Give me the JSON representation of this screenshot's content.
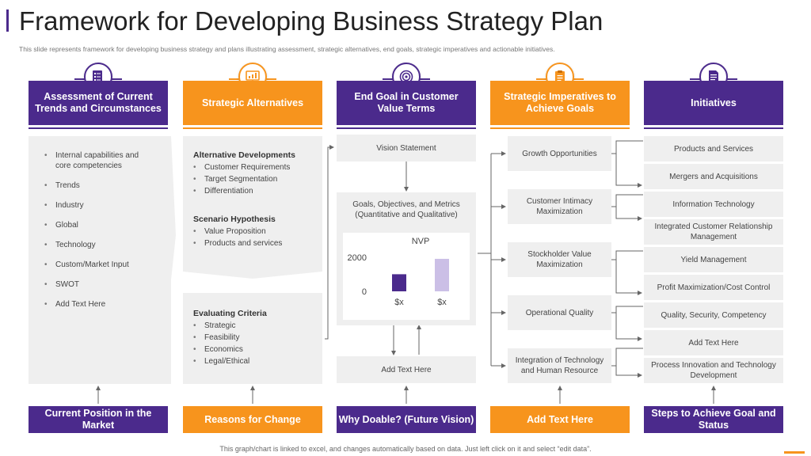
{
  "title": "Framework for Developing Business Strategy Plan",
  "subtitle": "This slide represents framework for developing business strategy and plans illustrating assessment, strategic alternatives, end goals, strategic imperatives and actionable initiatives.",
  "footer": "This graph/chart is linked to excel, and changes automatically based on data. Just left click on it and select “edit data”.",
  "colors": {
    "purple": "#4b2a8c",
    "orange": "#f7941d",
    "gray": "#efefef"
  },
  "columns": [
    {
      "header": "Assessment of Current Trends and Circumstances",
      "icon": "checklist-icon",
      "bottom": "Current Position in the Market"
    },
    {
      "header": "Strategic Alternatives",
      "icon": "presentation-chart-icon",
      "bottom": "Reasons for Change"
    },
    {
      "header": "End Goal in Customer Value Terms",
      "icon": "target-icon",
      "bottom": "Why Doable? (Future Vision)"
    },
    {
      "header": "Strategic Imperatives to Achieve Goals",
      "icon": "clipboard-icon",
      "bottom": "Add Text Here"
    },
    {
      "header": "Initiatives",
      "icon": "document-icon",
      "bottom": "Steps to Achieve Goal and Status"
    }
  ],
  "assessment": {
    "items": [
      "Internal capabilities and core competencies",
      "Trends",
      "Industry",
      "Global",
      "Technology",
      "Custom/Market Input",
      "SWOT",
      "Add Text Here"
    ]
  },
  "alternatives": {
    "sections": [
      {
        "title": "Alternative Developments",
        "items": [
          "Customer Requirements",
          "Target Segmentation",
          "Differentiation"
        ]
      },
      {
        "title": "Scenario Hypothesis",
        "items": [
          "Value Proposition",
          "Products and services"
        ]
      },
      {
        "title": "Evaluating Criteria",
        "items": [
          "Strategic",
          "Feasibility",
          "Economics",
          "Legal/Ethical"
        ]
      }
    ]
  },
  "end_goal": {
    "vision": "Vision Statement",
    "goals": "Goals, Objectives, and Metrics (Quantitative and Qualitative)",
    "add_text": "Add Text Here"
  },
  "chart_data": {
    "type": "bar",
    "title": "NVP",
    "categories": [
      "$x",
      "$x"
    ],
    "values": [
      1000,
      1900
    ],
    "colors": [
      "#4b2a8c",
      "#cbbfe6"
    ],
    "ylim": [
      0,
      2500
    ],
    "yticks": [
      0,
      2000
    ],
    "ytick_labels": [
      "0",
      "2000"
    ],
    "grid": false
  },
  "imperatives": [
    "Growth Opportunities",
    "Customer Intimacy Maximization",
    "Stockholder Value Maximization",
    "Operational Quality",
    "Integration of Technology and Human Resource"
  ],
  "initiatives": [
    "Products and Services",
    "Mergers and Acquisitions",
    "Information Technology",
    "Integrated Customer Relationship Management",
    "Yield Management",
    "Profit Maximization/Cost Control",
    "Quality, Security, Competency",
    "Add Text Here",
    "Process Innovation and Technology Development"
  ]
}
